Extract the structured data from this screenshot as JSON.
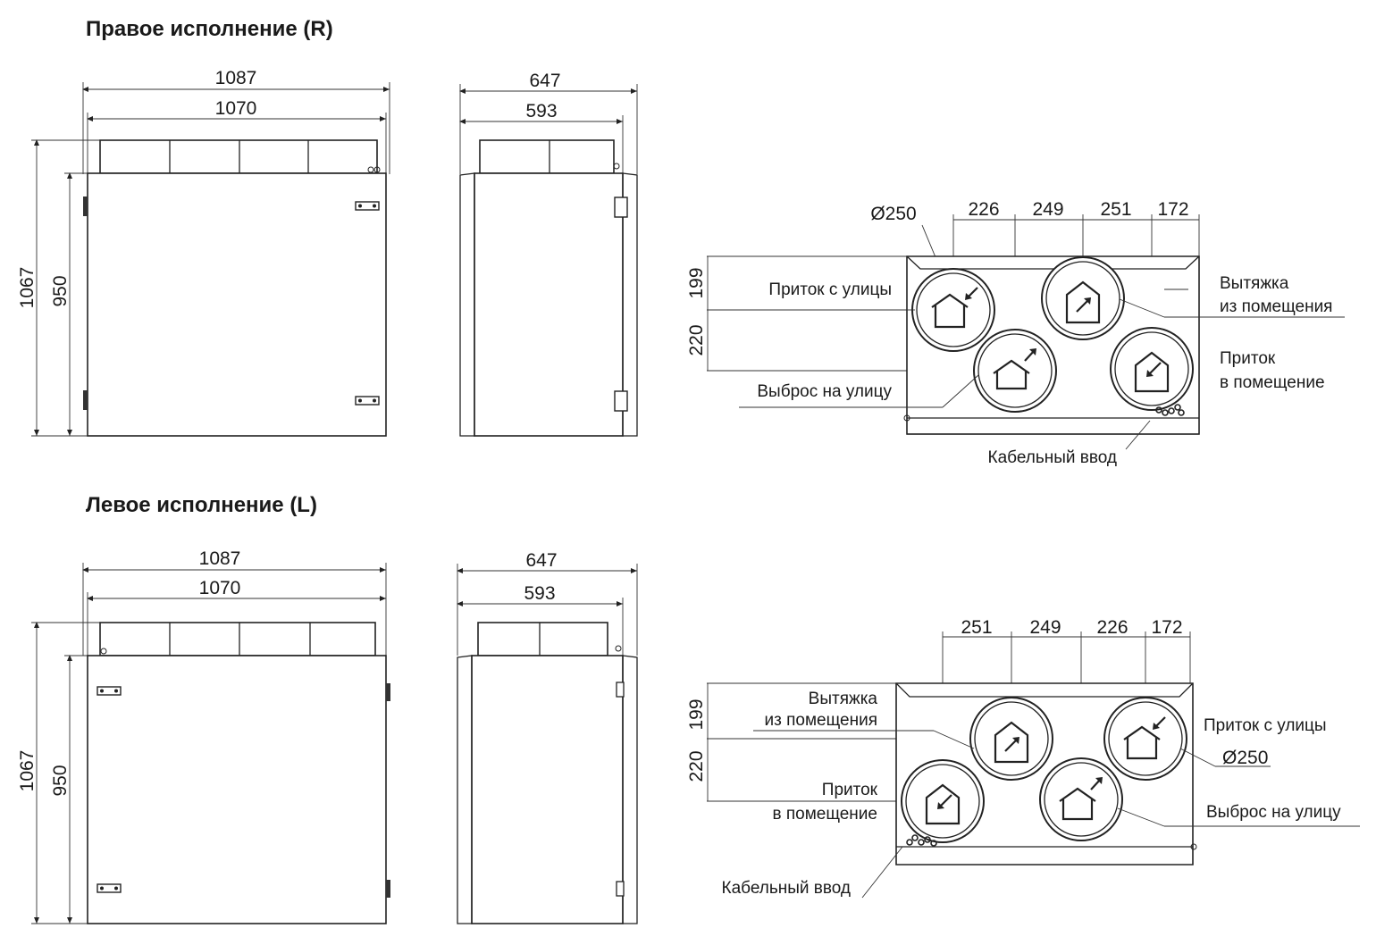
{
  "right": {
    "title": "Правое исполнение (R)",
    "front": {
      "width_outer": "1087",
      "width_inner": "1070",
      "height_outer": "1067",
      "height_inner": "950"
    },
    "side": {
      "width_outer": "647",
      "width_inner": "593"
    },
    "top": {
      "diameter": "Ø250",
      "spacing": [
        "226",
        "249",
        "251",
        "172"
      ],
      "vert": [
        "199",
        "220"
      ],
      "labels": {
        "supply_outdoor": "Приток с улицы",
        "exhaust_outdoor": "Выброс на улицу",
        "extract_line1": "Вытяжка",
        "extract_line2": "из помещения",
        "supply_room_line1": "Приток",
        "supply_room_line2": "в помещение",
        "cable": "Кабельный ввод"
      }
    }
  },
  "left": {
    "title": "Левое исполнение (L)",
    "front": {
      "width_outer": "1087",
      "width_inner": "1070",
      "height_outer": "1067",
      "height_inner": "950"
    },
    "side": {
      "width_outer": "647",
      "width_inner": "593"
    },
    "top": {
      "diameter": "Ø250",
      "spacing": [
        "251",
        "249",
        "226",
        "172"
      ],
      "vert": [
        "199",
        "220"
      ],
      "labels": {
        "extract_line1": "Вытяжка",
        "extract_line2": "из помещения",
        "supply_room_line1": "Приток",
        "supply_room_line2": "в помещение",
        "supply_outdoor": "Приток с улицы",
        "exhaust_outdoor": "Выброс на улицу",
        "cable": "Кабельный ввод"
      }
    }
  }
}
